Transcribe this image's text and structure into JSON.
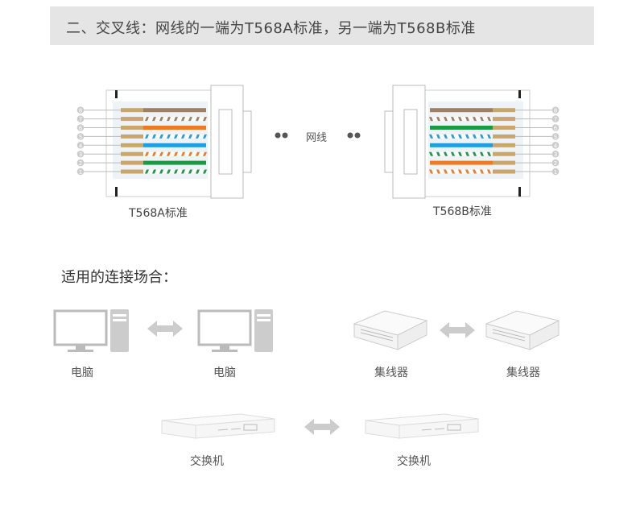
{
  "header": {
    "title": "二、交叉线：网线的一端为T568A标准，另一端为T568B标准"
  },
  "diagram": {
    "cable_label": "网线",
    "left": {
      "label": "T568A标准",
      "pins": [
        {
          "n": "1",
          "color": "#1a9a45",
          "striped": true
        },
        {
          "n": "2",
          "color": "#1a9a45",
          "striped": false
        },
        {
          "n": "3",
          "color": "#f07a22",
          "striped": true
        },
        {
          "n": "4",
          "color": "#1e9fe0",
          "striped": false
        },
        {
          "n": "5",
          "color": "#1e9fe0",
          "striped": true
        },
        {
          "n": "6",
          "color": "#f07a22",
          "striped": false
        },
        {
          "n": "7",
          "color": "#a08060",
          "striped": true
        },
        {
          "n": "8",
          "color": "#a08060",
          "striped": false
        }
      ]
    },
    "right": {
      "label": "T568B标准",
      "pins": [
        {
          "n": "1",
          "color": "#f07a22",
          "striped": true
        },
        {
          "n": "2",
          "color": "#f07a22",
          "striped": false
        },
        {
          "n": "3",
          "color": "#1a9a45",
          "striped": true
        },
        {
          "n": "4",
          "color": "#1e9fe0",
          "striped": false
        },
        {
          "n": "5",
          "color": "#1e9fe0",
          "striped": true
        },
        {
          "n": "6",
          "color": "#1a9a45",
          "striped": false
        },
        {
          "n": "7",
          "color": "#a08060",
          "striped": true
        },
        {
          "n": "8",
          "color": "#a08060",
          "striped": false
        }
      ]
    },
    "contact_color": "#c9a66b"
  },
  "usage": {
    "title": "适用的连接场合：",
    "pairs": [
      {
        "a": "电脑",
        "b": "电脑",
        "icon": "computer"
      },
      {
        "a": "集线器",
        "b": "集线器",
        "icon": "hub"
      },
      {
        "a": "交换机",
        "b": "交换机",
        "icon": "switch"
      }
    ]
  }
}
